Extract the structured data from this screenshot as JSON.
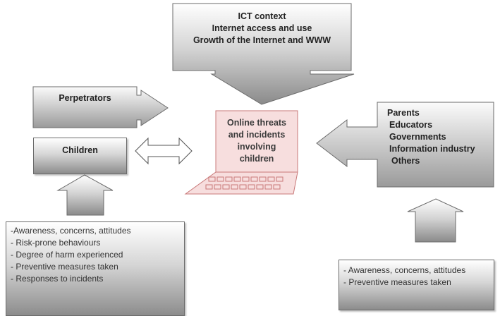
{
  "ict": {
    "line1": "ICT context",
    "line2": "Internet access and use",
    "line3": "Growth of the Internet and WWW"
  },
  "perpetrators": {
    "label": "Perpetrators"
  },
  "children": {
    "label": "Children"
  },
  "center": {
    "line1": "Online threats",
    "line2": "and incidents",
    "line3": "involving",
    "line4": "children"
  },
  "stakeholders": {
    "items": [
      "Parents",
      "Educators",
      "Governments",
      "Information industry",
      "Others"
    ]
  },
  "children_factors": {
    "items": [
      "-Awareness, concerns, attitudes",
      "- Risk-prone behaviours",
      "- Degree of harm experienced",
      "- Preventive measures taken",
      "- Responses to incidents"
    ]
  },
  "stakeholder_factors": {
    "items": [
      "- Awareness, concerns, attitudes",
      "- Preventive measures taken"
    ]
  },
  "colors": {
    "laptop_fill": "#f7dede",
    "laptop_stroke": "#c87878",
    "box_border": "#6b6b6b"
  }
}
